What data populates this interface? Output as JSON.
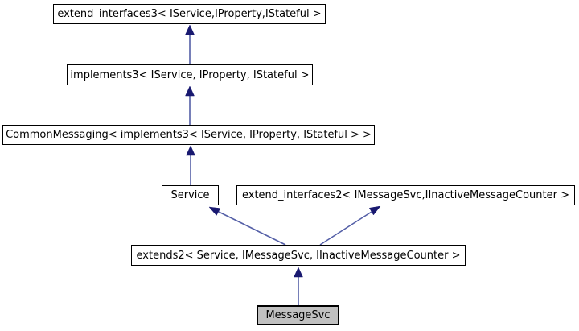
{
  "diagram": {
    "type": "class-inheritance-graph",
    "nodes": [
      {
        "id": "extend_interfaces3",
        "label": "extend_interfaces3< IService,IProperty,IStateful >",
        "highlighted": false
      },
      {
        "id": "implements3",
        "label": "implements3< IService, IProperty, IStateful >",
        "highlighted": false
      },
      {
        "id": "CommonMessaging",
        "label": "CommonMessaging< implements3< IService, IProperty, IStateful > >",
        "highlighted": false
      },
      {
        "id": "Service",
        "label": "Service",
        "highlighted": false
      },
      {
        "id": "extend_interfaces2",
        "label": "extend_interfaces2< IMessageSvc,IInactiveMessageCounter >",
        "highlighted": false
      },
      {
        "id": "extends2",
        "label": "extends2< Service, IMessageSvc, IInactiveMessageCounter >",
        "highlighted": false
      },
      {
        "id": "MessageSvc",
        "label": "MessageSvc",
        "highlighted": true
      }
    ],
    "edges": [
      {
        "from": "implements3",
        "to": "extend_interfaces3"
      },
      {
        "from": "CommonMessaging",
        "to": "implements3"
      },
      {
        "from": "Service",
        "to": "CommonMessaging"
      },
      {
        "from": "extends2",
        "to": "Service"
      },
      {
        "from": "extends2",
        "to": "extend_interfaces2"
      },
      {
        "from": "MessageSvc",
        "to": "extends2"
      }
    ],
    "colors": {
      "arrow_shaft": "#545fa7",
      "arrow_head": "#191970",
      "node_background": "#ffffff",
      "node_border": "#000000",
      "highlight_background": "#c0c0c0"
    }
  }
}
